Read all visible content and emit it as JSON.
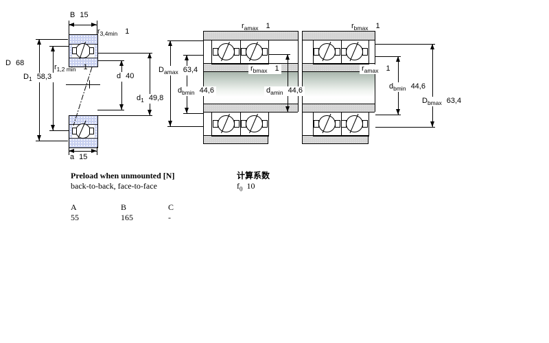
{
  "single_bearing": {
    "dims": {
      "B": {
        "sym": "B",
        "sub": "",
        "val": "15"
      },
      "r34": {
        "sym": "r",
        "sub": "3,4min",
        "val": "1"
      },
      "D": {
        "sym": "D",
        "sub": "",
        "val": "68"
      },
      "D1": {
        "sym": "D",
        "sub": "1",
        "val": "58,3"
      },
      "r12": {
        "sym": "r",
        "sub": "1,2 min",
        "val": "1"
      },
      "d": {
        "sym": "d",
        "sub": "",
        "val": "40"
      },
      "d1": {
        "sym": "d",
        "sub": "1",
        "val": "49,8"
      },
      "a": {
        "sym": "a",
        "sub": "",
        "val": "15"
      }
    }
  },
  "pair_left": {
    "dims": {
      "r_amax": {
        "sym": "r",
        "sub": "amax",
        "val": "1"
      },
      "D_amax": {
        "sym": "D",
        "sub": "amax",
        "val": "63,4"
      },
      "d_bmin": {
        "sym": "d",
        "sub": "bmin",
        "val": "44,6"
      },
      "r_bmax": {
        "sym": "r",
        "sub": "bmax",
        "val": "1"
      },
      "d_amin": {
        "sym": "d",
        "sub": "amin",
        "val": "44,6"
      }
    }
  },
  "pair_right": {
    "dims": {
      "r_bmax": {
        "sym": "r",
        "sub": "bmax",
        "val": "1"
      },
      "r_amax": {
        "sym": "r",
        "sub": "amax",
        "val": "1"
      },
      "d_bmin": {
        "sym": "d",
        "sub": "bmin",
        "val": "44,6"
      },
      "D_bmax": {
        "sym": "D",
        "sub": "bmax",
        "val": "63,4"
      }
    }
  },
  "preload_table": {
    "title": "Preload when unmounted [N]",
    "subtitle": "back-to-back, face-to-face",
    "columns": [
      "A",
      "B",
      "C"
    ],
    "values": [
      "55",
      "165",
      "-"
    ],
    "calc_title": "计算系数",
    "f0": {
      "sym": "f",
      "sub": "0",
      "val": "10"
    }
  }
}
